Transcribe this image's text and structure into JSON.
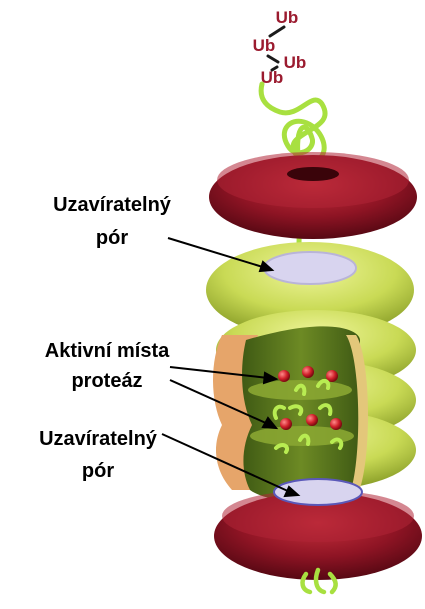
{
  "ubiquitin": {
    "tags": [
      "Ub",
      "Ub",
      "Ub",
      "Ub"
    ],
    "color": "#9b1b2f"
  },
  "labels": {
    "top_pore_line1": "Uzavíratelný",
    "top_pore_line2": "pór",
    "active_sites_line1": "Aktivní místa",
    "active_sites_line2": "proteáz",
    "bottom_pore_line1": "Uzavíratelný",
    "bottom_pore_line2": "pór"
  },
  "colors": {
    "cap_red": "#8e1424",
    "ring_green": "#c9da55",
    "protein_chain": "#a8e040",
    "active_site": "#d0202a",
    "pore": "#d8d4ef",
    "cut_face": "#e6a56a"
  }
}
